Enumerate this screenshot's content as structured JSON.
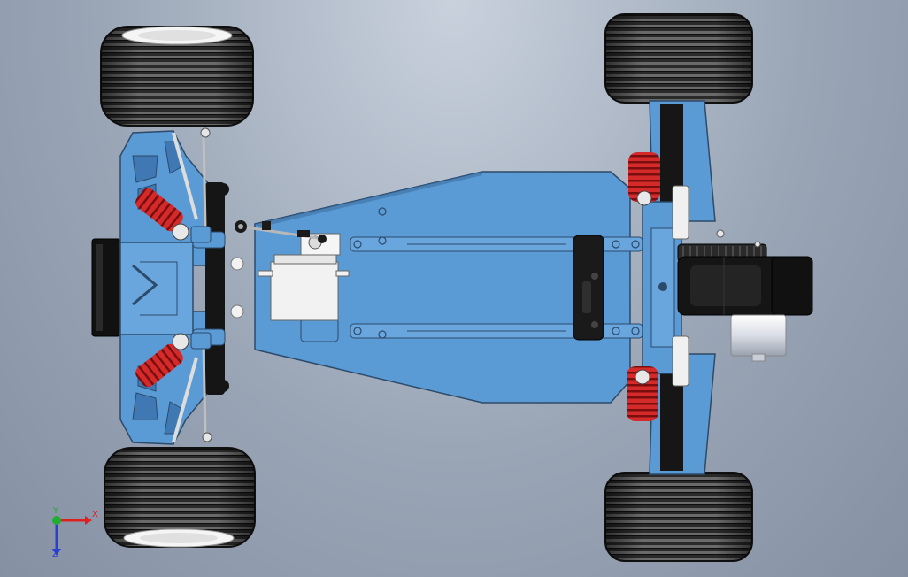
{
  "viewport": {
    "background_top": "#c9d1dd",
    "background_bottom": "#8591a3"
  },
  "model": {
    "chassis_color": "#5b9bd5",
    "chassis_edge": "#2c4a6a",
    "tire_color": "#2a2a2a",
    "spring_color": "#d42a2a",
    "motor_color": "#d9dde5",
    "gearbox_color": "#151515",
    "servo_color": "#f2f2f2"
  },
  "triad": {
    "x_label": "X",
    "y_label": "Y",
    "z_label": "Z",
    "x_color": "#e02020",
    "y_color": "#1fae2f",
    "z_color": "#2b3fd0"
  }
}
